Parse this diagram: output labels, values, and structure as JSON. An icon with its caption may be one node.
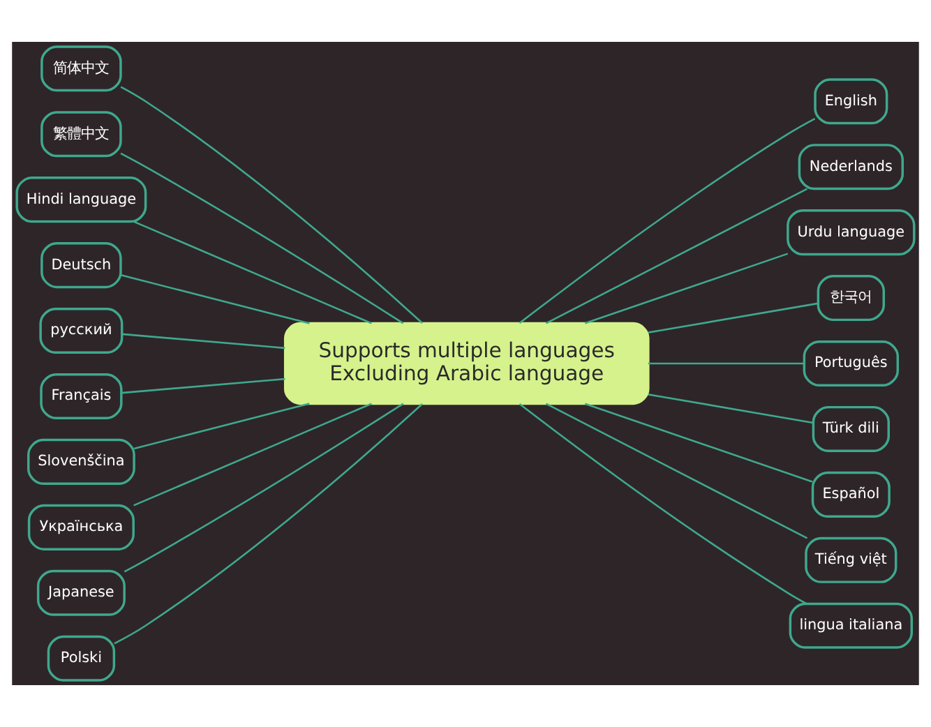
{
  "diagram": {
    "nodes": [
      {
        "text": [
          "Supports multiple languages",
          "Excluding Arabic language"
        ]
      },
      {
        "text": [
          "简体中文"
        ]
      },
      {
        "text": [
          "繁體中文"
        ]
      },
      {
        "text": [
          "Hindi language"
        ]
      },
      {
        "text": [
          "Deutsch"
        ]
      },
      {
        "text": [
          "русский"
        ]
      },
      {
        "text": [
          "Français"
        ]
      },
      {
        "text": [
          "Slovenščina"
        ]
      },
      {
        "text": [
          "Українська"
        ]
      },
      {
        "text": [
          "Japanese"
        ]
      },
      {
        "text": [
          "Polski"
        ]
      },
      {
        "text": [
          "English"
        ]
      },
      {
        "text": [
          "Nederlands"
        ]
      },
      {
        "text": [
          "Urdu language"
        ]
      },
      {
        "text": [
          "한국어"
        ]
      },
      {
        "text": [
          "Português"
        ]
      },
      {
        "text": [
          "Türk dili"
        ]
      },
      {
        "text": [
          "Español"
        ]
      },
      {
        "text": [
          "Tiếng việt"
        ]
      },
      {
        "text": [
          "lingua italiana"
        ]
      }
    ],
    "edges": [
      {
        "from": 1,
        "to": 0,
        "arrow": "none"
      },
      {
        "from": 2,
        "to": 0,
        "arrow": "none"
      },
      {
        "from": 3,
        "to": 0,
        "arrow": "none"
      },
      {
        "from": 4,
        "to": 0,
        "arrow": "none"
      },
      {
        "from": 5,
        "to": 0,
        "arrow": "none"
      },
      {
        "from": 6,
        "to": 0,
        "arrow": "none"
      },
      {
        "from": 7,
        "to": 0,
        "arrow": "none"
      },
      {
        "from": 8,
        "to": 0,
        "arrow": "none"
      },
      {
        "from": 9,
        "to": 0,
        "arrow": "none"
      },
      {
        "from": 10,
        "to": 0,
        "arrow": "none"
      },
      {
        "from": 0,
        "to": 11,
        "arrow": "none"
      },
      {
        "from": 0,
        "to": 12,
        "arrow": "none"
      },
      {
        "from": 0,
        "to": 13,
        "arrow": "none"
      },
      {
        "from": 0,
        "to": 14,
        "arrow": "none"
      },
      {
        "from": 0,
        "to": 15,
        "arrow": "none"
      },
      {
        "from": 0,
        "to": 16,
        "arrow": "none"
      },
      {
        "from": 0,
        "to": 17,
        "arrow": "none"
      },
      {
        "from": 0,
        "to": 18,
        "arrow": "none"
      },
      {
        "from": 0,
        "to": 19,
        "arrow": "none"
      }
    ]
  }
}
